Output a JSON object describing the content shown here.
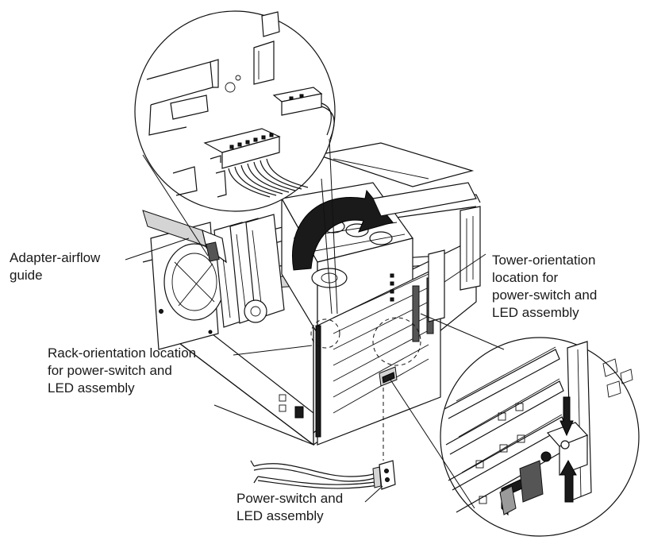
{
  "callouts": {
    "adapter_airflow_guide": [
      "Adapter-airflow",
      "guide"
    ],
    "tower_orientation": [
      "Tower-orientation",
      "location for",
      "power-switch and",
      "LED assembly"
    ],
    "rack_orientation": [
      "Rack-orientation location",
      "for power-switch and",
      "LED assembly"
    ],
    "power_switch_led": [
      "Power-switch and",
      "LED assembly"
    ]
  },
  "icons": {
    "rotation_arrow": "curved-arrow-icon",
    "insert_arrows": "up-arrow-icon"
  }
}
